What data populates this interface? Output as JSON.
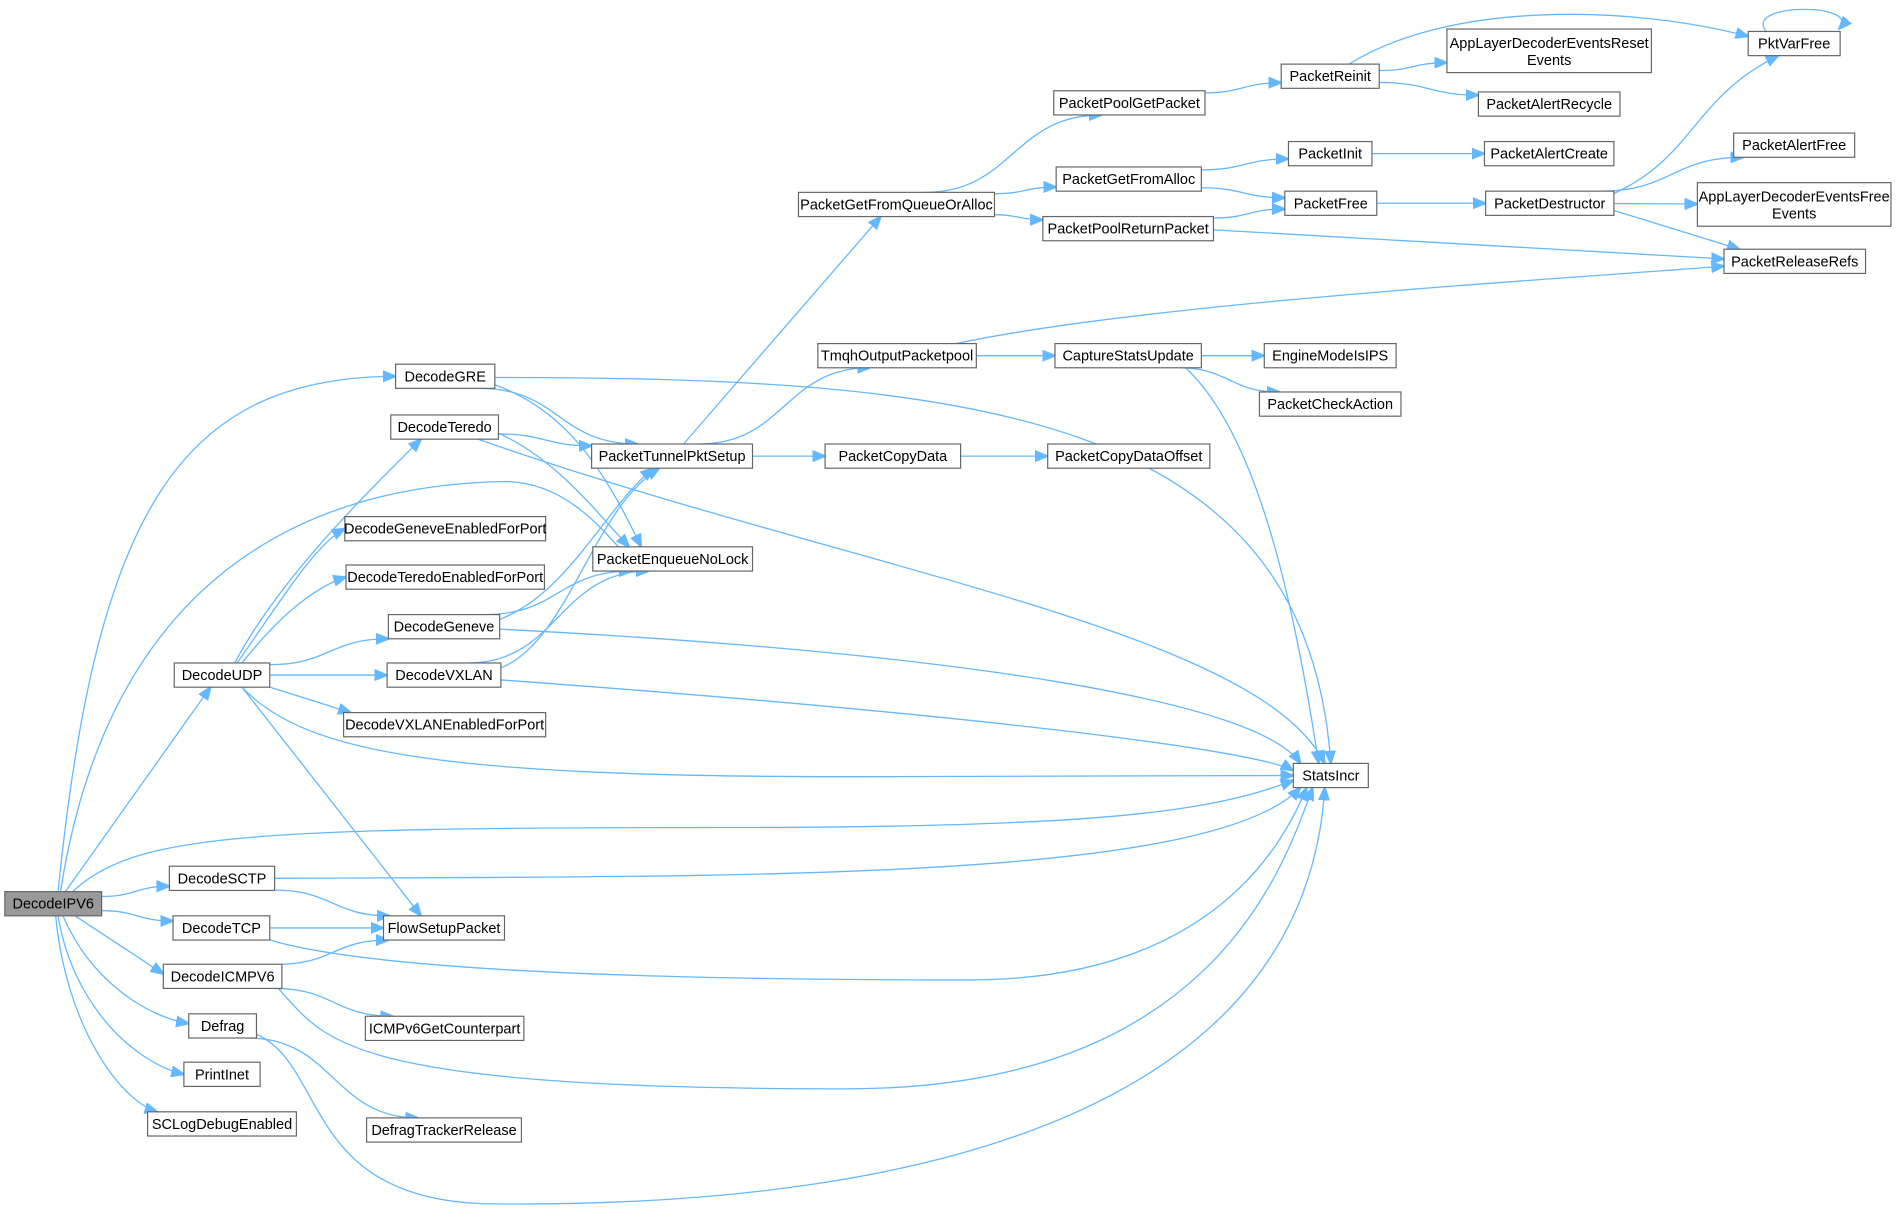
{
  "graph": {
    "colors": {
      "edge": "#63b8ff",
      "node_border": "#666666",
      "root_fill": "#999999",
      "node_fill": "#ffffff"
    },
    "nodes": [
      {
        "id": "DecodeIPV6",
        "label": "DecodeIPV6",
        "root": true
      },
      {
        "id": "DecodeGRE",
        "label": "DecodeGRE"
      },
      {
        "id": "DecodeTeredo",
        "label": "DecodeTeredo"
      },
      {
        "id": "DecodeGeneveEnabledForPort",
        "label": "DecodeGeneveEnabledForPort"
      },
      {
        "id": "DecodeTeredoEnabledForPort",
        "label": "DecodeTeredoEnabledForPort"
      },
      {
        "id": "DecodeGeneve",
        "label": "DecodeGeneve"
      },
      {
        "id": "DecodeVXLAN",
        "label": "DecodeVXLAN"
      },
      {
        "id": "DecodeVXLANEnabledForPort",
        "label": "DecodeVXLANEnabledForPort"
      },
      {
        "id": "DecodeUDP",
        "label": "DecodeUDP"
      },
      {
        "id": "DecodeSCTP",
        "label": "DecodeSCTP"
      },
      {
        "id": "DecodeTCP",
        "label": "DecodeTCP"
      },
      {
        "id": "DecodeICMPV6",
        "label": "DecodeICMPV6"
      },
      {
        "id": "Defrag",
        "label": "Defrag"
      },
      {
        "id": "PrintInet",
        "label": "PrintInet"
      },
      {
        "id": "SCLogDebugEnabled",
        "label": "SCLogDebugEnabled"
      },
      {
        "id": "FlowSetupPacket",
        "label": "FlowSetupPacket"
      },
      {
        "id": "ICMPv6GetCounterpart",
        "label": "ICMPv6GetCounterpart"
      },
      {
        "id": "DefragTrackerRelease",
        "label": "DefragTrackerRelease"
      },
      {
        "id": "PacketTunnelPktSetup",
        "label": "PacketTunnelPktSetup"
      },
      {
        "id": "PacketEnqueueNoLock",
        "label": "PacketEnqueueNoLock"
      },
      {
        "id": "PacketGetFromQueueOrAlloc",
        "label": "PacketGetFromQueueOrAlloc"
      },
      {
        "id": "TmqhOutputPacketpool",
        "label": "TmqhOutputPacketpool"
      },
      {
        "id": "PacketCopyData",
        "label": "PacketCopyData"
      },
      {
        "id": "PacketPoolGetPacket",
        "label": "PacketPoolGetPacket"
      },
      {
        "id": "PacketGetFromAlloc",
        "label": "PacketGetFromAlloc"
      },
      {
        "id": "PacketPoolReturnPacket",
        "label": "PacketPoolReturnPacket"
      },
      {
        "id": "CaptureStatsUpdate",
        "label": "CaptureStatsUpdate"
      },
      {
        "id": "PacketCopyDataOffset",
        "label": "PacketCopyDataOffset"
      },
      {
        "id": "PacketReinit",
        "label": "PacketReinit"
      },
      {
        "id": "PacketInit",
        "label": "PacketInit"
      },
      {
        "id": "PacketFree",
        "label": "PacketFree"
      },
      {
        "id": "EngineModeIsIPS",
        "label": "EngineModeIsIPS"
      },
      {
        "id": "PacketCheckAction",
        "label": "PacketCheckAction"
      },
      {
        "id": "StatsIncr",
        "label": "StatsIncr"
      },
      {
        "id": "AppLayerDecoderEventsResetEvents",
        "label": "AppLayerDecoderEventsReset Events"
      },
      {
        "id": "PacketAlertRecycle",
        "label": "PacketAlertRecycle"
      },
      {
        "id": "PacketAlertCreate",
        "label": "PacketAlertCreate"
      },
      {
        "id": "PacketDestructor",
        "label": "PacketDestructor"
      },
      {
        "id": "PktVarFree",
        "label": "PktVarFree"
      },
      {
        "id": "PacketAlertFree",
        "label": "PacketAlertFree"
      },
      {
        "id": "AppLayerDecoderEventsFreeEvents",
        "label": "AppLayerDecoderEventsFree Events"
      },
      {
        "id": "PacketReleaseRefs",
        "label": "PacketReleaseRefs"
      }
    ],
    "edges": [
      [
        "DecodeIPV6",
        "DecodeGRE"
      ],
      [
        "DecodeIPV6",
        "PacketEnqueueNoLock"
      ],
      [
        "DecodeIPV6",
        "DecodeUDP"
      ],
      [
        "DecodeIPV6",
        "StatsIncr"
      ],
      [
        "DecodeIPV6",
        "DecodeSCTP"
      ],
      [
        "DecodeIPV6",
        "DecodeTCP"
      ],
      [
        "DecodeIPV6",
        "DecodeICMPV6"
      ],
      [
        "DecodeIPV6",
        "Defrag"
      ],
      [
        "DecodeIPV6",
        "PrintInet"
      ],
      [
        "DecodeIPV6",
        "SCLogDebugEnabled"
      ],
      [
        "DecodeGRE",
        "PacketTunnelPktSetup"
      ],
      [
        "DecodeGRE",
        "PacketEnqueueNoLock"
      ],
      [
        "DecodeGRE",
        "StatsIncr"
      ],
      [
        "DecodeTeredo",
        "PacketTunnelPktSetup"
      ],
      [
        "DecodeTeredo",
        "PacketEnqueueNoLock"
      ],
      [
        "DecodeTeredo",
        "StatsIncr"
      ],
      [
        "DecodeUDP",
        "DecodeTeredo"
      ],
      [
        "DecodeUDP",
        "DecodeGeneveEnabledForPort"
      ],
      [
        "DecodeUDP",
        "DecodeTeredoEnabledForPort"
      ],
      [
        "DecodeUDP",
        "DecodeGeneve"
      ],
      [
        "DecodeUDP",
        "DecodeVXLAN"
      ],
      [
        "DecodeUDP",
        "DecodeVXLANEnabledForPort"
      ],
      [
        "DecodeUDP",
        "StatsIncr"
      ],
      [
        "DecodeUDP",
        "FlowSetupPacket"
      ],
      [
        "DecodeGeneve",
        "PacketTunnelPktSetup"
      ],
      [
        "DecodeGeneve",
        "PacketEnqueueNoLock"
      ],
      [
        "DecodeGeneve",
        "StatsIncr"
      ],
      [
        "DecodeVXLAN",
        "PacketTunnelPktSetup"
      ],
      [
        "DecodeVXLAN",
        "PacketEnqueueNoLock"
      ],
      [
        "DecodeVXLAN",
        "StatsIncr"
      ],
      [
        "DecodeSCTP",
        "FlowSetupPacket"
      ],
      [
        "DecodeSCTP",
        "StatsIncr"
      ],
      [
        "DecodeTCP",
        "FlowSetupPacket"
      ],
      [
        "DecodeTCP",
        "StatsIncr"
      ],
      [
        "DecodeICMPV6",
        "FlowSetupPacket"
      ],
      [
        "DecodeICMPV6",
        "ICMPv6GetCounterpart"
      ],
      [
        "DecodeICMPV6",
        "StatsIncr"
      ],
      [
        "Defrag",
        "DefragTrackerRelease"
      ],
      [
        "Defrag",
        "StatsIncr"
      ],
      [
        "PacketTunnelPktSetup",
        "PacketGetFromQueueOrAlloc"
      ],
      [
        "PacketTunnelPktSetup",
        "TmqhOutputPacketpool"
      ],
      [
        "PacketTunnelPktSetup",
        "PacketCopyData"
      ],
      [
        "PacketGetFromQueueOrAlloc",
        "PacketPoolGetPacket"
      ],
      [
        "PacketGetFromQueueOrAlloc",
        "PacketGetFromAlloc"
      ],
      [
        "PacketGetFromQueueOrAlloc",
        "PacketPoolReturnPacket"
      ],
      [
        "PacketPoolGetPacket",
        "PacketReinit"
      ],
      [
        "PacketGetFromAlloc",
        "PacketInit"
      ],
      [
        "PacketGetFromAlloc",
        "PacketFree"
      ],
      [
        "PacketPoolReturnPacket",
        "PacketFree"
      ],
      [
        "PacketPoolReturnPacket",
        "PacketReleaseRefs"
      ],
      [
        "PacketReinit",
        "PktVarFree"
      ],
      [
        "PacketReinit",
        "AppLayerDecoderEventsResetEvents"
      ],
      [
        "PacketReinit",
        "PacketAlertRecycle"
      ],
      [
        "PacketInit",
        "PacketAlertCreate"
      ],
      [
        "PacketFree",
        "PacketDestructor"
      ],
      [
        "PacketDestructor",
        "PktVarFree"
      ],
      [
        "PacketDestructor",
        "PacketAlertFree"
      ],
      [
        "PacketDestructor",
        "AppLayerDecoderEventsFreeEvents"
      ],
      [
        "PacketDestructor",
        "PacketReleaseRefs"
      ],
      [
        "PktVarFree",
        "PktVarFree"
      ],
      [
        "TmqhOutputPacketpool",
        "CaptureStatsUpdate"
      ],
      [
        "TmqhOutputPacketpool",
        "PacketReleaseRefs"
      ],
      [
        "CaptureStatsUpdate",
        "EngineModeIsIPS"
      ],
      [
        "CaptureStatsUpdate",
        "PacketCheckAction"
      ],
      [
        "CaptureStatsUpdate",
        "StatsIncr"
      ],
      [
        "PacketCopyData",
        "PacketCopyDataOffset"
      ]
    ]
  }
}
